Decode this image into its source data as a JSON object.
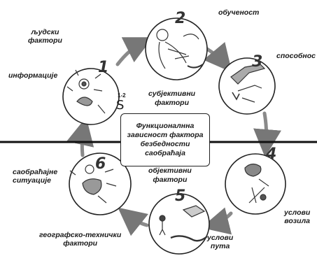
{
  "labels": {
    "human_factors": [
      "људски",
      "фактори"
    ],
    "information": "информације",
    "training": "обученост",
    "ability": "способнос",
    "vehicle_conditions": [
      "услови",
      "возила"
    ],
    "road_conditions": [
      "услови",
      "пута"
    ],
    "geo_tech": [
      "географско-технички",
      "фактори"
    ],
    "traffic_situations": [
      "саобраћајне",
      "ситуације"
    ],
    "subjective": [
      "субјективни",
      "фактори"
    ],
    "objective": [
      "објективни",
      "фактори"
    ],
    "center": [
      "Функционалнна",
      "зависност фактора",
      "безбедности",
      "саобраћаја"
    ]
  },
  "steps": [
    "1",
    "2",
    "3",
    "4",
    "5",
    "6"
  ],
  "s_tag": {
    "sup": "1-2",
    "letter": "S"
  }
}
